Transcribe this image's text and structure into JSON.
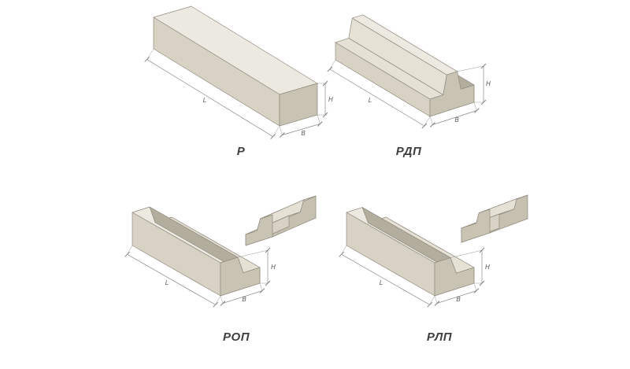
{
  "page": {
    "background": "#ffffff"
  },
  "colors": {
    "face_top": "#ece9e1",
    "face_light": "#e5e1d5",
    "face_mid": "#d7d2c4",
    "face_mid_dark": "#c6c0b1",
    "face_dark": "#c9c3b3",
    "face_shadow": "#b3ad9e",
    "outline": "#8f8a7e",
    "dimension": "#8a8a8a",
    "caption": "#3f3f3f"
  },
  "figures": [
    {
      "id": "r",
      "caption": "Р",
      "dims": {
        "L": "L",
        "H": "H",
        "B": "B"
      }
    },
    {
      "id": "rdp",
      "caption": "РДП",
      "dims": {
        "L": "L",
        "H": "H",
        "B": "B"
      }
    },
    {
      "id": "rop",
      "caption": "РОП",
      "dims": {
        "L": "L",
        "H": "H",
        "B": "B"
      }
    },
    {
      "id": "rlp",
      "caption": "РЛП",
      "dims": {
        "L": "L",
        "H": "H",
        "B": "B"
      }
    }
  ]
}
